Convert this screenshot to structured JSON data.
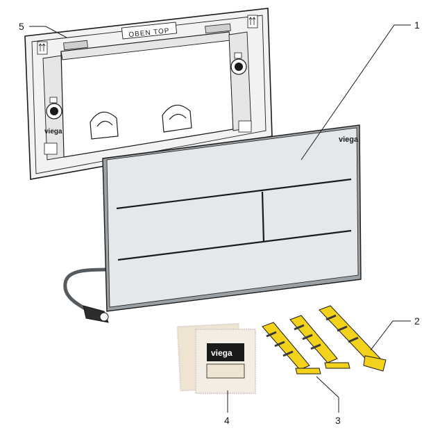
{
  "callouts": [
    {
      "label": "1",
      "part": "flush plate"
    },
    {
      "label": "2",
      "part": "fixing anchor"
    },
    {
      "label": "3",
      "part": "fixing anchors pair"
    },
    {
      "label": "4",
      "part": "cleaning sachets"
    },
    {
      "label": "5",
      "part": "mounting frame"
    }
  ],
  "frame": {
    "top_marking": "OBEN TOP",
    "brand": "viega"
  },
  "plate": {
    "brand": "viega"
  },
  "sachet": {
    "brand": "viega"
  },
  "colors": {
    "line": "#1a1a1a",
    "plate_face": "#e4e8eb",
    "plate_edge": "#9aa0a4",
    "frame_fill": "#f2f2f2",
    "frame_inner": "#e6e6e6",
    "anchor_yellow": "#f2d21a",
    "anchor_dark": "#3a3a3a",
    "sachet_fill": "#efe3d2",
    "sachet_edge": "#d9d3cb",
    "cable": "#555a5e"
  }
}
